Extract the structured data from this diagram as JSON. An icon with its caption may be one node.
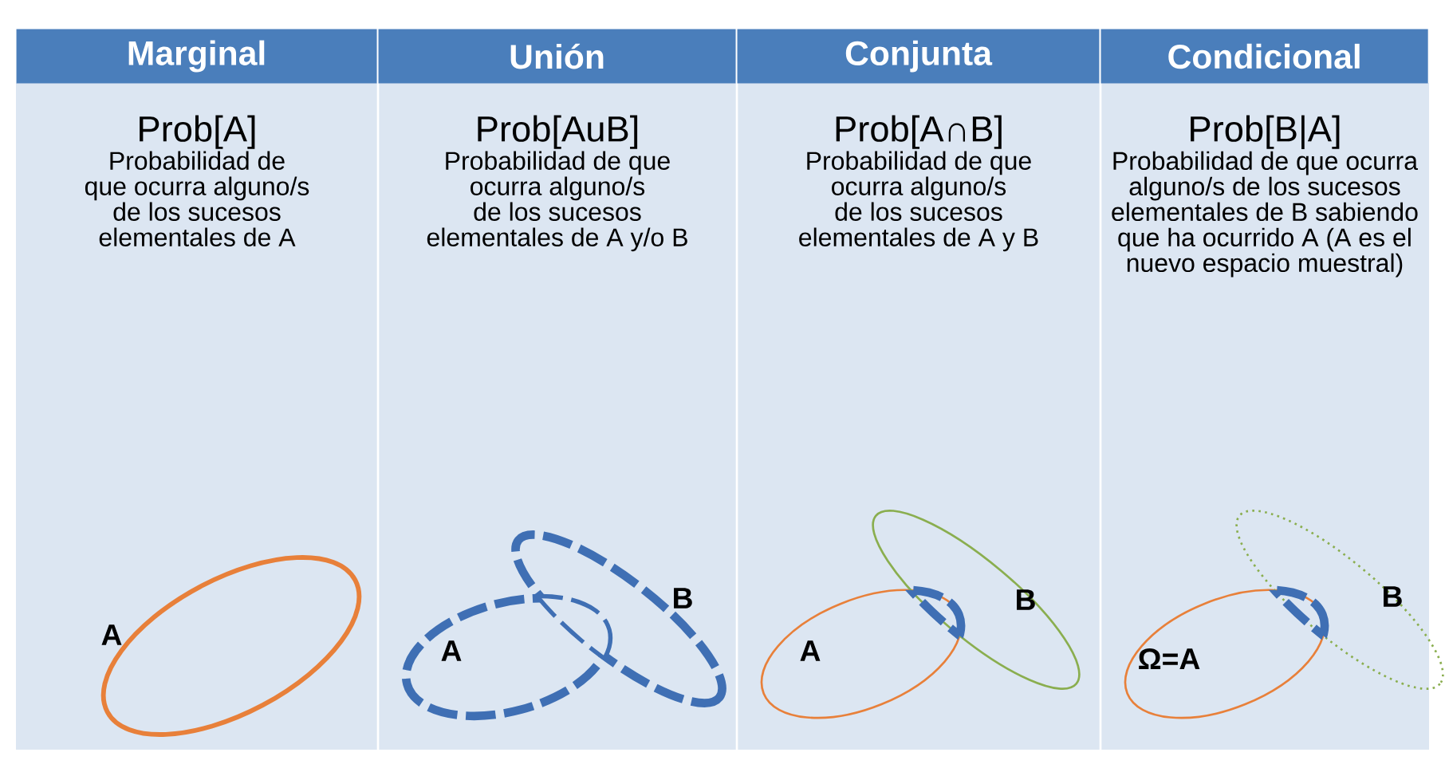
{
  "diagram": {
    "nodes": [
      {
        "text": [
          "Marginal"
        ]
      },
      {
        "text": [
          "Unión"
        ]
      },
      {
        "text": [
          "Conjunta"
        ]
      },
      {
        "text": [
          "Condicional"
        ]
      },
      {
        "text": [
          "Prob[A]",
          "Probabilidad de que ocurra alguno/s de los sucesos elementales de A"
        ]
      },
      {
        "text": [
          "Prob[AuB]",
          "Probabilidad de que ocurra alguno/s de los sucesos elementales de A y/o B"
        ]
      },
      {
        "text": [
          "Prob[A∩B]",
          "Probabilidad de que ocurra alguno/s de los sucesos elementales de A y B"
        ]
      },
      {
        "text": [
          "Prob[B|A]",
          "Probabilidad de que ocurra alguno/s de los sucesos elementales de B sabiendo que ha ocurrido A (A es el nuevo espacio muestral)"
        ]
      }
    ],
    "labels": [
      "A",
      "A",
      "B",
      "A",
      "B",
      "Ω=A",
      "B"
    ]
  }
}
